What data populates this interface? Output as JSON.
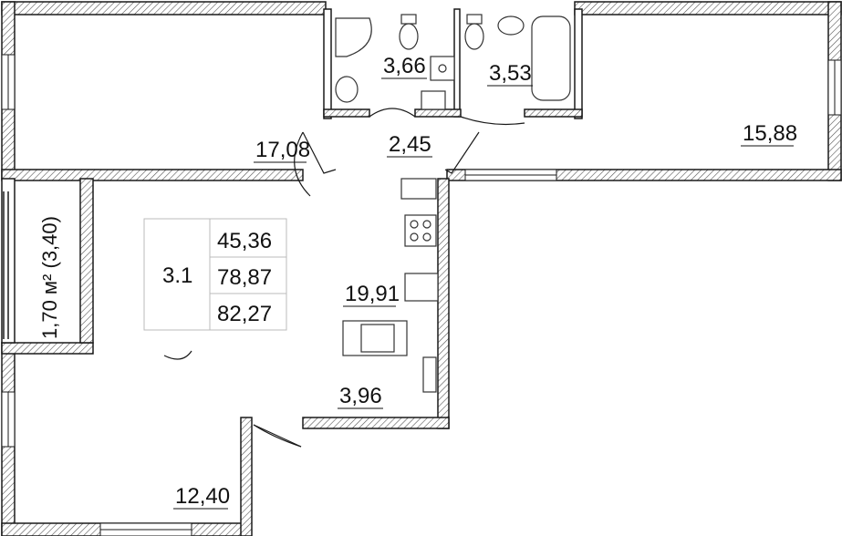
{
  "apartment": {
    "code": "3.1",
    "living_area": "45,36",
    "total_area": "78,87",
    "total_area_with_balcony": "82,27"
  },
  "rooms": {
    "room_left": "17,08",
    "bathroom_left": "3,66",
    "corridor_top": "2,45",
    "bathroom_right": "3,53",
    "room_right": "15,88",
    "kitchen_living": "19,91",
    "hall": "3,96",
    "room_bottom_left": "12,40"
  },
  "balcony": {
    "label": "1,70 м² (3,40)"
  },
  "colors": {
    "wall_stroke": "#1a1a1a",
    "fixture_stroke": "#333333",
    "hatch": "#555555",
    "table_border": "#bbbbbb"
  }
}
